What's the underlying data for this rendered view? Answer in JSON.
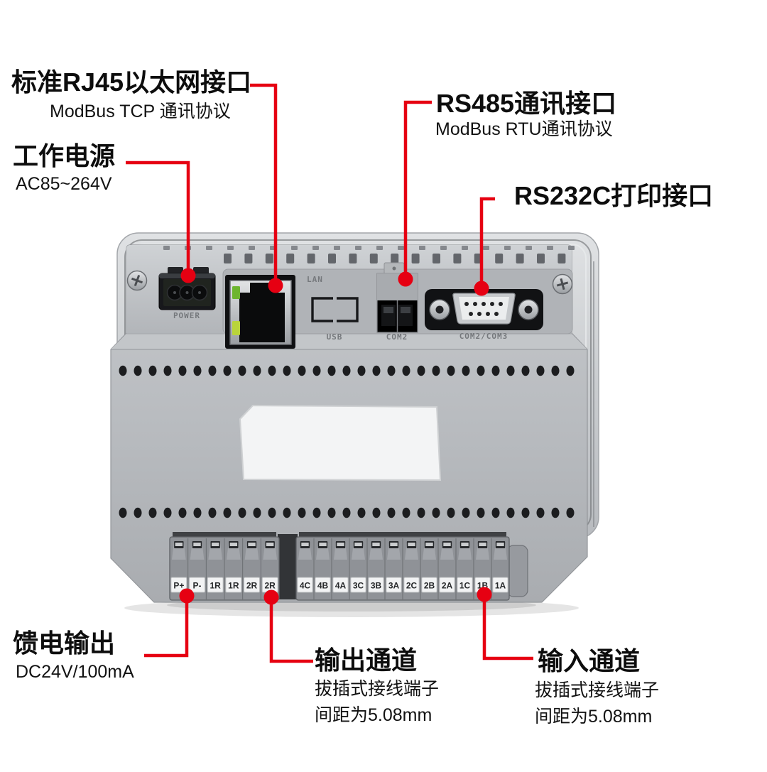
{
  "figure": {
    "background": "#ffffff",
    "accent_red": "#e60012",
    "text_color": "#0d0d0d"
  },
  "callouts": {
    "ethernet": {
      "title": "标准RJ45以太网接口",
      "subtitle": "ModBus TCP 通讯协议"
    },
    "power": {
      "title": "工作电源",
      "subtitle": "AC85~264V"
    },
    "rs485": {
      "title": "RS485通讯接口",
      "subtitle": "ModBus RTU通讯协议"
    },
    "rs232": {
      "title": "RS232C打印接口"
    },
    "feed_output": {
      "title": "馈电输出",
      "subtitle": "DC24V/100mA"
    },
    "output_channel": {
      "title": "输出通道",
      "line1": "拔插式接线端子",
      "line2": "间距为5.08mm"
    },
    "input_channel": {
      "title": "输入通道",
      "line1": "拔插式接线端子",
      "line2": "间距为5.08mm"
    }
  },
  "device": {
    "port_labels": {
      "power": "POWER",
      "lan": "LAN",
      "usb": "USB",
      "com2": "COM2",
      "db9": "COM2/COM3"
    },
    "left_terminals": [
      "P+",
      "P-",
      "1R",
      "1R",
      "2R",
      "2R"
    ],
    "right_terminals": [
      "4C",
      "4B",
      "4A",
      "3C",
      "3B",
      "3A",
      "2C",
      "2B",
      "2A",
      "1C",
      "1B",
      "1A"
    ]
  }
}
